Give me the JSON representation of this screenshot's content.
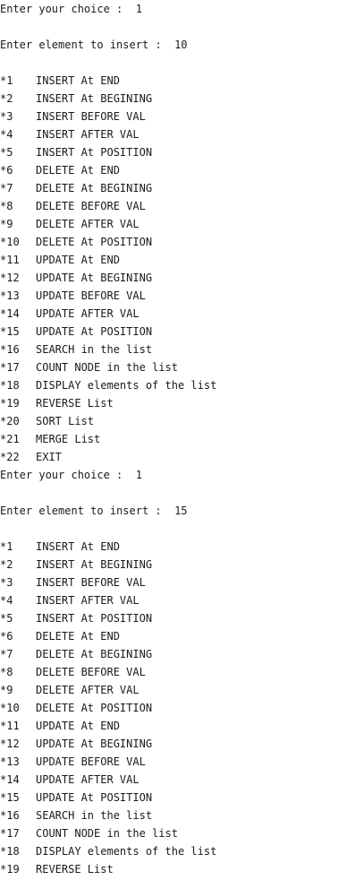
{
  "blocks": [
    {
      "prompt_choice": "Enter your choice :  1",
      "prompt_insert": "Enter element to insert :  10",
      "menu": [
        {
          "num": "*1",
          "label": "INSERT At END"
        },
        {
          "num": "*2",
          "label": "INSERT At BEGINING"
        },
        {
          "num": "*3",
          "label": "INSERT BEFORE VAL"
        },
        {
          "num": "*4",
          "label": "INSERT AFTER VAL"
        },
        {
          "num": "*5",
          "label": "INSERT At POSITION"
        },
        {
          "num": "*6",
          "label": "DELETE At END"
        },
        {
          "num": "*7",
          "label": "DELETE At BEGINING"
        },
        {
          "num": "*8",
          "label": "DELETE BEFORE VAL"
        },
        {
          "num": "*9",
          "label": "DELETE AFTER VAL"
        },
        {
          "num": "*10",
          "label": "DELETE At POSITION"
        },
        {
          "num": "*11",
          "label": "UPDATE At END"
        },
        {
          "num": "*12",
          "label": "UPDATE At BEGINING"
        },
        {
          "num": "*13",
          "label": "UPDATE BEFORE VAL"
        },
        {
          "num": "*14",
          "label": "UPDATE AFTER VAL"
        },
        {
          "num": "*15",
          "label": "UPDATE At POSITION"
        },
        {
          "num": "*16",
          "label": "SEARCH in the list"
        },
        {
          "num": "*17",
          "label": "COUNT NODE in the list"
        },
        {
          "num": "*18",
          "label": "DISPLAY elements of the list"
        },
        {
          "num": "*19",
          "label": "REVERSE List"
        },
        {
          "num": "*20",
          "label": "SORT List"
        },
        {
          "num": "*21",
          "label": "MERGE List"
        },
        {
          "num": "*22",
          "label": "EXIT"
        }
      ]
    },
    {
      "prompt_choice": "Enter your choice :  1",
      "prompt_insert": "Enter element to insert :  15",
      "menu": [
        {
          "num": "*1",
          "label": "INSERT At END"
        },
        {
          "num": "*2",
          "label": "INSERT At BEGINING"
        },
        {
          "num": "*3",
          "label": "INSERT BEFORE VAL"
        },
        {
          "num": "*4",
          "label": "INSERT AFTER VAL"
        },
        {
          "num": "*5",
          "label": "INSERT At POSITION"
        },
        {
          "num": "*6",
          "label": "DELETE At END"
        },
        {
          "num": "*7",
          "label": "DELETE At BEGINING"
        },
        {
          "num": "*8",
          "label": "DELETE BEFORE VAL"
        },
        {
          "num": "*9",
          "label": "DELETE AFTER VAL"
        },
        {
          "num": "*10",
          "label": "DELETE At POSITION"
        },
        {
          "num": "*11",
          "label": "UPDATE At END"
        },
        {
          "num": "*12",
          "label": "UPDATE At BEGINING"
        },
        {
          "num": "*13",
          "label": "UPDATE BEFORE VAL"
        },
        {
          "num": "*14",
          "label": "UPDATE AFTER VAL"
        },
        {
          "num": "*15",
          "label": "UPDATE At POSITION"
        },
        {
          "num": "*16",
          "label": "SEARCH in the list"
        },
        {
          "num": "*17",
          "label": "COUNT NODE in the list"
        },
        {
          "num": "*18",
          "label": "DISPLAY elements of the list"
        },
        {
          "num": "*19",
          "label": "REVERSE List"
        }
      ]
    }
  ]
}
